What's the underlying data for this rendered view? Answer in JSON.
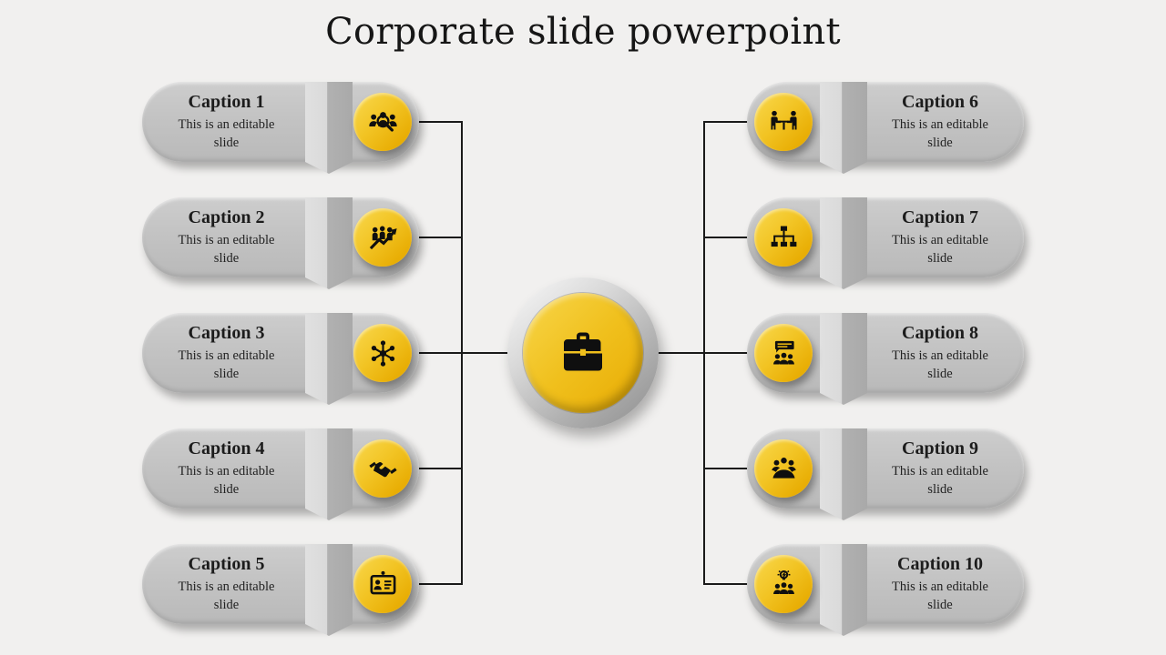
{
  "title": "Corporate slide powerpoint",
  "colors": {
    "background": "#f1f0ef",
    "pill_gray": "#c3c3c3",
    "ribbon_light": "#dadada",
    "ribbon_dark": "#ababab",
    "accent_yellow": "#eeb90e",
    "yellow_highlight": "#f9d94e",
    "icon_black": "#111111",
    "connector_line": "#1a1a1a",
    "hub_ring_silver": "#c2c2c2",
    "title_text": "#161616"
  },
  "center": {
    "icon": "briefcase-icon"
  },
  "items": [
    {
      "number": 1,
      "title": "Caption 1",
      "body": "This is an editable slide",
      "icon": "audience-search-icon",
      "side": "left"
    },
    {
      "number": 2,
      "title": "Caption 2",
      "body": "This is an editable slide",
      "icon": "team-growth-icon",
      "side": "left"
    },
    {
      "number": 3,
      "title": "Caption 3",
      "body": "This is an editable slide",
      "icon": "network-icon",
      "side": "left"
    },
    {
      "number": 4,
      "title": "Caption 4",
      "body": "This is an editable slide",
      "icon": "handshake-icon",
      "side": "left"
    },
    {
      "number": 5,
      "title": "Caption 5",
      "body": "This is an editable slide",
      "icon": "id-card-icon",
      "side": "left"
    },
    {
      "number": 6,
      "title": "Caption 6",
      "body": "This is an editable slide",
      "icon": "meeting-table-icon",
      "side": "right"
    },
    {
      "number": 7,
      "title": "Caption 7",
      "body": "This is an editable slide",
      "icon": "org-chart-icon",
      "side": "right"
    },
    {
      "number": 8,
      "title": "Caption 8",
      "body": "This is an editable slide",
      "icon": "group-discussion-icon",
      "side": "right"
    },
    {
      "number": 9,
      "title": "Caption 9",
      "body": "This is an editable slide",
      "icon": "group-meeting-icon",
      "side": "right"
    },
    {
      "number": 10,
      "title": "Caption 10",
      "body": "This is an editable slide",
      "icon": "team-idea-icon",
      "side": "right"
    }
  ]
}
